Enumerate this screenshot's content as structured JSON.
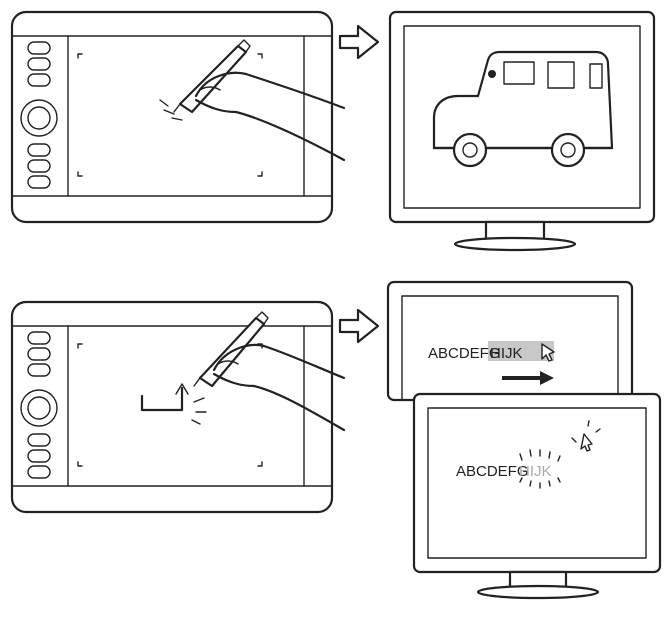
{
  "figure": {
    "colors": {
      "line": "#222222",
      "van_body": "#d9d9d9",
      "highlight": "#c8c8c8",
      "highlight_text": "#aaaaaa"
    },
    "top_panel": {
      "icons": [
        "pen-tablet-icon",
        "hand-pen-icon",
        "arrow-right-icon",
        "monitor-icon",
        "van-drawing-icon"
      ]
    },
    "bottom_panel": {
      "icons": [
        "pen-tablet-icon",
        "flick-gesture-icon",
        "hand-pen-icon",
        "arrow-right-icon",
        "monitor-icon",
        "monitor-icon"
      ],
      "screen1": {
        "text_plain": "ABCDEFG",
        "text_selected": "HIJK"
      },
      "screen2": {
        "text_plain": "ABCDEFG",
        "text_selected": "HIJK"
      }
    }
  }
}
